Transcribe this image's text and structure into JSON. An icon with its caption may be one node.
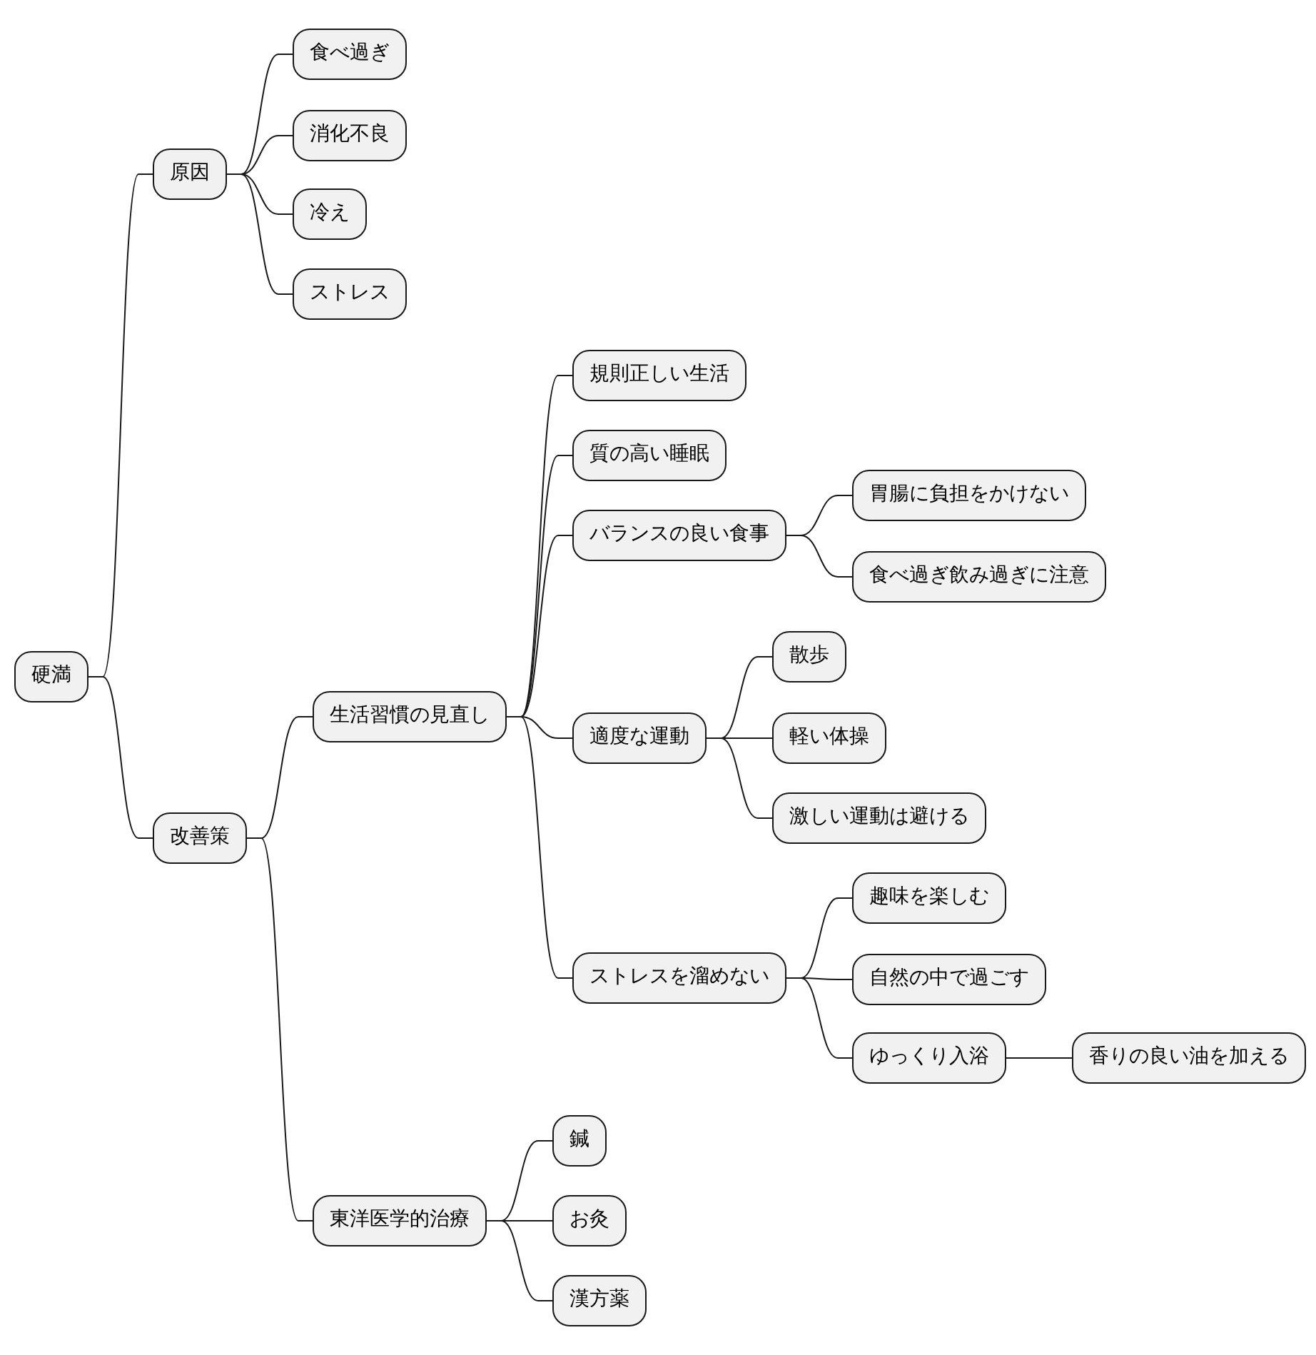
{
  "diagram": {
    "nodes": [
      {
        "text": [
          "硬満"
        ]
      },
      {
        "text": [
          "原因"
        ]
      },
      {
        "text": [
          "食べ過ぎ"
        ]
      },
      {
        "text": [
          "消化不良"
        ]
      },
      {
        "text": [
          "冷え"
        ]
      },
      {
        "text": [
          "ストレス"
        ]
      },
      {
        "text": [
          "改善策"
        ]
      },
      {
        "text": [
          "生活習慣の見直し"
        ]
      },
      {
        "text": [
          "規則正しい生活"
        ]
      },
      {
        "text": [
          "質の高い睡眠"
        ]
      },
      {
        "text": [
          "バランスの良い食事"
        ]
      },
      {
        "text": [
          "胃腸に負担をかけない"
        ]
      },
      {
        "text": [
          "食べ過ぎ飲み過ぎに注意"
        ]
      },
      {
        "text": [
          "適度な運動"
        ]
      },
      {
        "text": [
          "散歩"
        ]
      },
      {
        "text": [
          "軽い体操"
        ]
      },
      {
        "text": [
          "激しい運動は避ける"
        ]
      },
      {
        "text": [
          "ストレスを溜めない"
        ]
      },
      {
        "text": [
          "趣味を楽しむ"
        ]
      },
      {
        "text": [
          "自然の中で過ごす"
        ]
      },
      {
        "text": [
          "ゆっくり入浴"
        ]
      },
      {
        "text": [
          "香りの良い油を加える"
        ]
      },
      {
        "text": [
          "東洋医学的治療"
        ]
      },
      {
        "text": [
          "鍼"
        ]
      },
      {
        "text": [
          "お灸"
        ]
      },
      {
        "text": [
          "漢方薬"
        ]
      }
    ],
    "edges": [
      {
        "from": 0,
        "to": 1,
        "arrow": "none"
      },
      {
        "from": 1,
        "to": 2,
        "arrow": "none"
      },
      {
        "from": 1,
        "to": 3,
        "arrow": "none"
      },
      {
        "from": 1,
        "to": 4,
        "arrow": "none"
      },
      {
        "from": 1,
        "to": 5,
        "arrow": "none"
      },
      {
        "from": 0,
        "to": 6,
        "arrow": "none"
      },
      {
        "from": 6,
        "to": 7,
        "arrow": "none"
      },
      {
        "from": 7,
        "to": 8,
        "arrow": "none"
      },
      {
        "from": 7,
        "to": 9,
        "arrow": "none"
      },
      {
        "from": 7,
        "to": 10,
        "arrow": "none"
      },
      {
        "from": 10,
        "to": 11,
        "arrow": "none"
      },
      {
        "from": 10,
        "to": 12,
        "arrow": "none"
      },
      {
        "from": 7,
        "to": 13,
        "arrow": "none"
      },
      {
        "from": 13,
        "to": 14,
        "arrow": "none"
      },
      {
        "from": 13,
        "to": 15,
        "arrow": "none"
      },
      {
        "from": 13,
        "to": 16,
        "arrow": "none"
      },
      {
        "from": 7,
        "to": 17,
        "arrow": "none"
      },
      {
        "from": 17,
        "to": 18,
        "arrow": "none"
      },
      {
        "from": 17,
        "to": 19,
        "arrow": "none"
      },
      {
        "from": 17,
        "to": 20,
        "arrow": "none"
      },
      {
        "from": 20,
        "to": 21,
        "arrow": "none"
      },
      {
        "from": 6,
        "to": 22,
        "arrow": "none"
      },
      {
        "from": 22,
        "to": 23,
        "arrow": "none"
      },
      {
        "from": 22,
        "to": 24,
        "arrow": "none"
      },
      {
        "from": 22,
        "to": 25,
        "arrow": "none"
      }
    ]
  }
}
